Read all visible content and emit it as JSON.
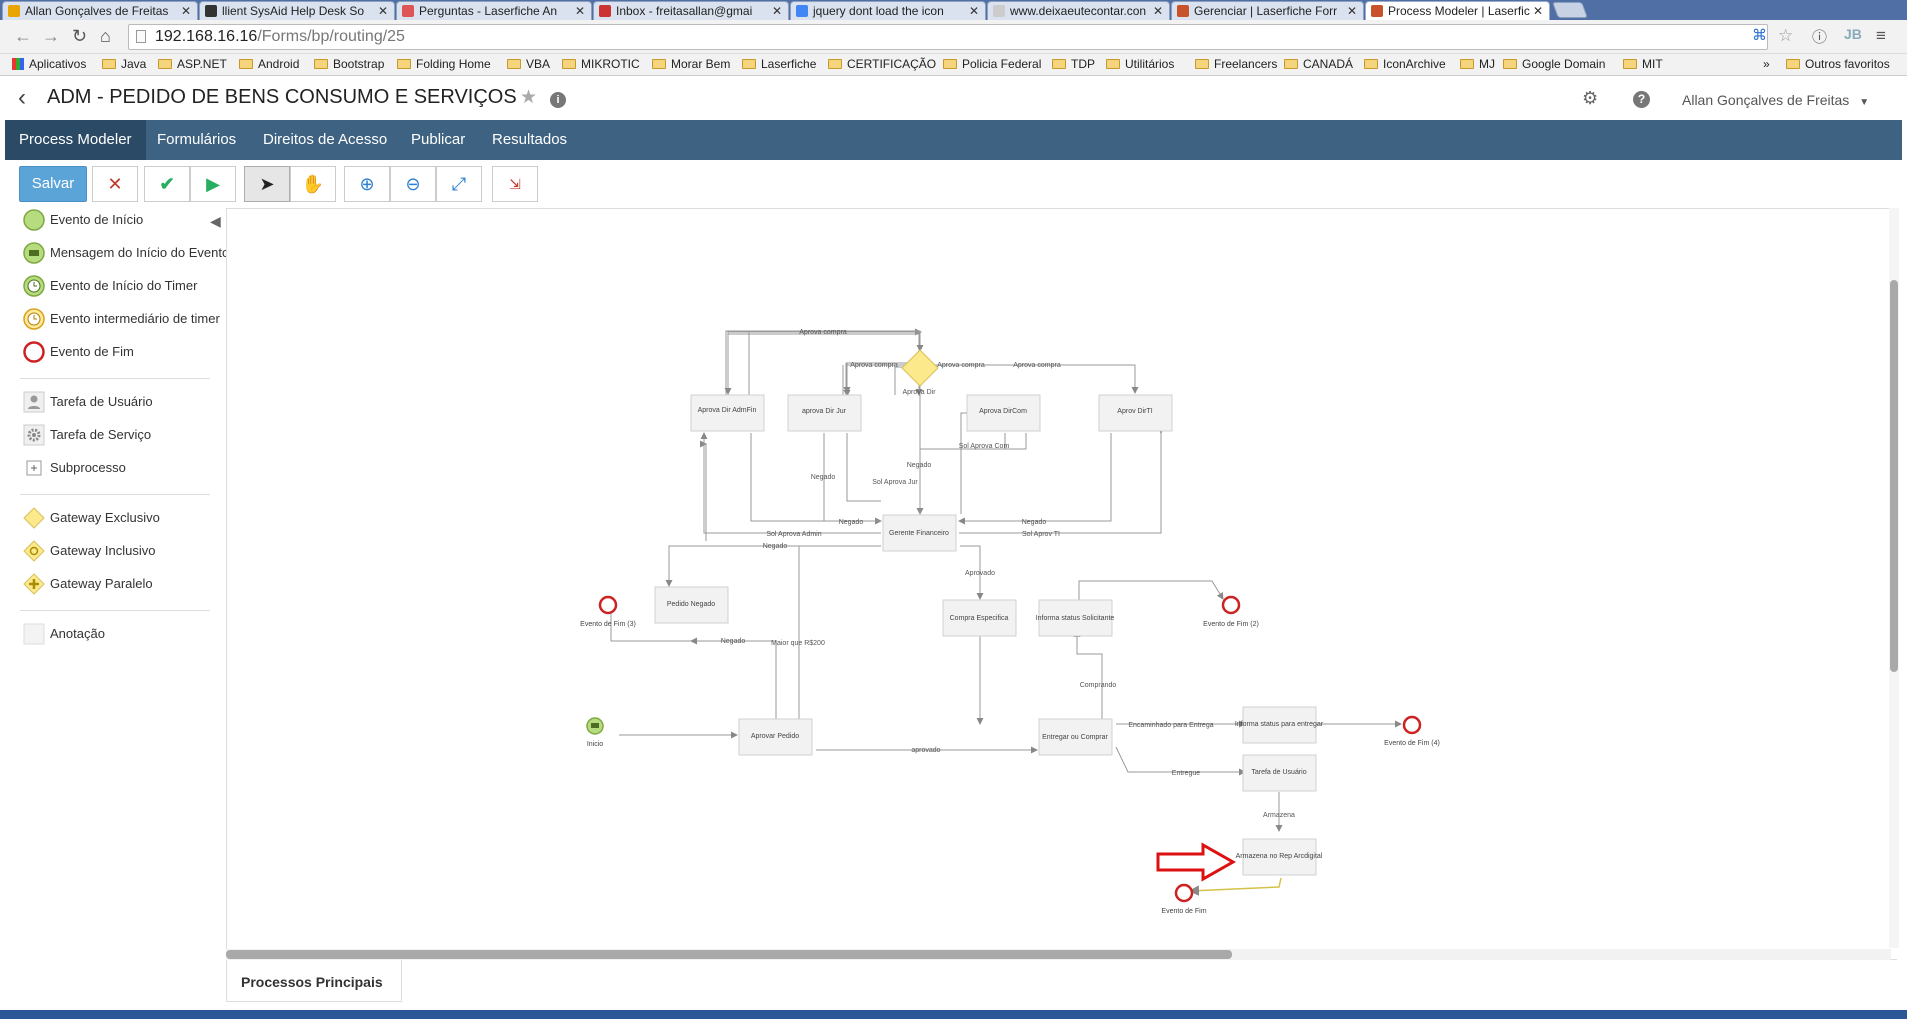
{
  "browser": {
    "tabs": [
      {
        "title": "Allan Gonçalves de Freitas",
        "color": "#e8a400"
      },
      {
        "title": "llient SysAid Help Desk So",
        "color": "#333333"
      },
      {
        "title": "Perguntas - Laserfiche An",
        "color": "#d55"
      },
      {
        "title": "Inbox - freitasallan@gmai",
        "color": "#c33"
      },
      {
        "title": "jquery dont load the icon",
        "color": "#4285f4"
      },
      {
        "title": "www.deixaeutecontar.con",
        "color": "#888"
      },
      {
        "title": "Gerenciar | Laserfiche Forr",
        "color": "#c8522a"
      },
      {
        "title": "Process Modeler | Laserfic",
        "color": "#c8522a"
      }
    ],
    "url_host": "192.168.16.16",
    "url_path": "/Forms/bp/routing/25",
    "bookmarks": [
      "Aplicativos",
      "Java",
      "ASP.NET",
      "Android",
      "Bootstrap",
      "Folding Home",
      "VBA",
      "MIKROTIC",
      "Morar Bem",
      "Laserfiche",
      "CERTIFICAÇÃO",
      "Policia Federal",
      "TDP",
      "Utilitários",
      "Freelancers",
      "CANADÁ",
      "IconArchive",
      "MJ",
      "Google Domain",
      "MIT"
    ],
    "bookmarks_overflow": "»",
    "other_bookmarks": "Outros favoritos"
  },
  "header": {
    "title": "ADM - PEDIDO DE BENS CONSUMO E SERVIÇOS",
    "user": "Allan Gonçalves de Freitas"
  },
  "menu": [
    "Process Modeler",
    "Formulários",
    "Direitos de Acesso",
    "Publicar",
    "Resultados"
  ],
  "toolbar": {
    "save_label": "Salvar"
  },
  "palette": {
    "events": [
      "Evento de Início",
      "Mensagem do Início do Evento",
      "Evento de Início do Timer",
      "Evento intermediário de timer",
      "Evento de Fim"
    ],
    "tasks": [
      "Tarefa de Usuário",
      "Tarefa de Serviço",
      "Subprocesso"
    ],
    "gateways": [
      "Gateway Exclusivo",
      "Gateway Inclusivo",
      "Gateway Paralelo"
    ],
    "other": [
      "Anotação"
    ]
  },
  "diagram": {
    "tasks": [
      "Aprova Dir AdmFin",
      "aprova Dir Jur",
      "Aprova DirCom",
      "Aprov DirTI",
      "Gerente Financeiro",
      "Pedido Negado",
      "Compra Especifica",
      "Informa status Solicitante",
      "Aprovar Pedido",
      "Entregar ou Comprar",
      "Informa status para entregar",
      "Tarefa de Usuário",
      "Armazena no Rep Arcdigital"
    ],
    "gateway": "Aprova Dir",
    "events": [
      "Evento de Fim (3)",
      "Evento de Fim (2)",
      "Evento de Fim (4)",
      "Evento de Fim",
      "Inicio"
    ],
    "flow_labels": [
      "Aprova compra",
      "Aprova compra",
      "Aprova compra",
      "Aprova compra",
      "Negado",
      "Negado",
      "Sol Aprova Jur",
      "Sol Aprova Com",
      "Negado",
      "Negado",
      "Sol Aprova Admin",
      "Sol Aprov TI",
      "Negado",
      "Aprovado",
      "Negado",
      "Maior que R$200",
      "Comprando",
      "Encaminhado para Entrega",
      "Entregue",
      "aprovado",
      "Armazena"
    ]
  },
  "bottom_tab": "Processos Principais",
  "colors": {
    "menubar": "#3e6281",
    "save": "#5ba4d8",
    "end_event": "#cc2222",
    "start_event": "#a9d16a",
    "gateway": "#fbe98c",
    "arrow": "#dd1111"
  }
}
